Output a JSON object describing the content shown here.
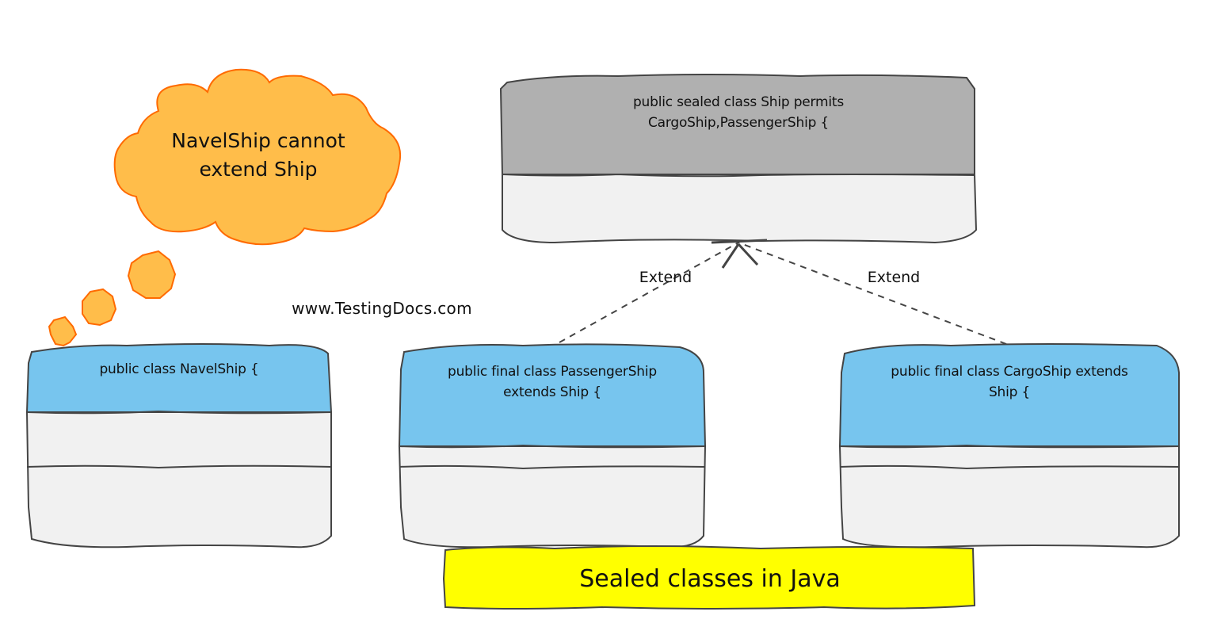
{
  "diagram": {
    "title": "Sealed classes in Java",
    "watermark": "www.TestingDocs.com",
    "colors": {
      "sealed_header": "#b0b0b0",
      "class_header": "#77c5ee",
      "class_body": "#f1f1f1",
      "outline": "#444444",
      "cloud_fill": "#ffbd4a",
      "cloud_stroke": "#ff6a00",
      "banner_fill": "#ffff00"
    },
    "classes": {
      "ship": {
        "header_lines": [
          "public sealed class Ship permits",
          "CargoShip,PassengerShip {"
        ],
        "compartments": 2
      },
      "navel_ship": {
        "header_lines": [
          "public class NavelShip {"
        ],
        "compartments": 3
      },
      "passenger_ship": {
        "header_lines": [
          "public final class PassengerShip",
          "extends Ship {"
        ],
        "compartments": 3
      },
      "cargo_ship": {
        "header_lines": [
          "public final class CargoShip extends",
          "Ship {"
        ],
        "compartments": 3
      }
    },
    "relations": [
      {
        "from": "passenger_ship",
        "to": "ship",
        "type": "extends",
        "style": "dashed",
        "label": "Extend"
      },
      {
        "from": "cargo_ship",
        "to": "ship",
        "type": "extends",
        "style": "dashed",
        "label": "Extend"
      }
    ],
    "thought_cloud": {
      "lines": [
        "NavelShip cannot",
        "extend Ship"
      ],
      "points_to": "navel_ship"
    }
  }
}
